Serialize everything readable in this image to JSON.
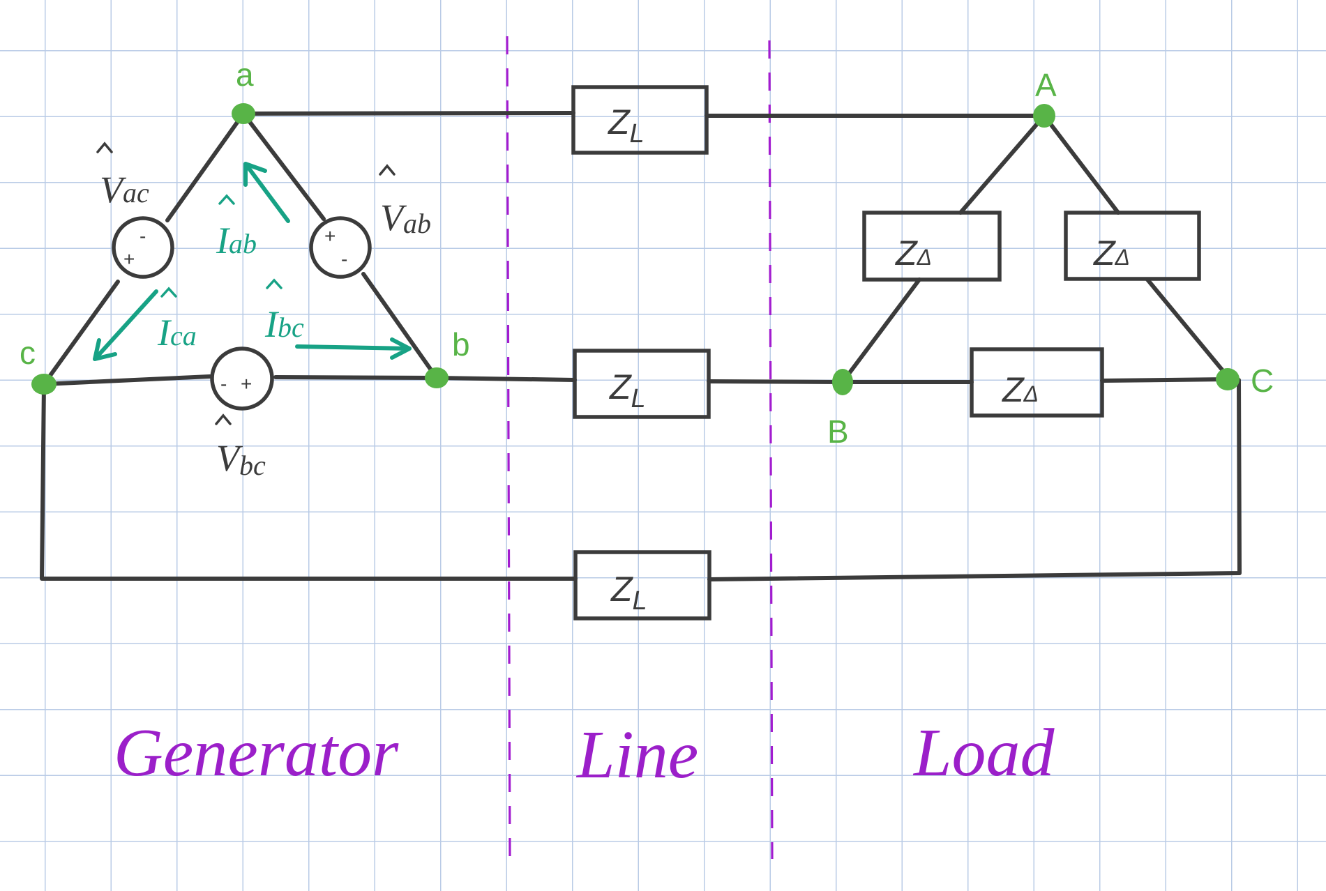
{
  "nodes": {
    "a": "a",
    "b": "b",
    "c": "c",
    "A": "A",
    "B": "B",
    "C": "C"
  },
  "generator": {
    "v_ab": {
      "main": "V",
      "sub": "ab",
      "plus": "+",
      "minus": "-"
    },
    "v_ac": {
      "main": "V",
      "sub": "ac",
      "plus": "+",
      "minus": "-"
    },
    "v_bc": {
      "main": "V",
      "sub": "bc",
      "plus": "+",
      "minus": "-"
    },
    "i_ab": {
      "main": "I",
      "sub": "ab"
    },
    "i_bc": {
      "main": "I",
      "sub": "bc"
    },
    "i_ca": {
      "main": "I",
      "sub": "ca"
    }
  },
  "impedances": {
    "line": {
      "main": "Z",
      "sub": "L"
    },
    "load": {
      "main": "Z",
      "sub": "Δ"
    }
  },
  "sections": {
    "generator": "Generator",
    "line": "Line",
    "load": "Load"
  },
  "colors": {
    "wire": "#3b3b3b",
    "node": "#58b447",
    "current": "#17a285",
    "section": "#9b1fc9",
    "grid": "#b9cbe6"
  }
}
